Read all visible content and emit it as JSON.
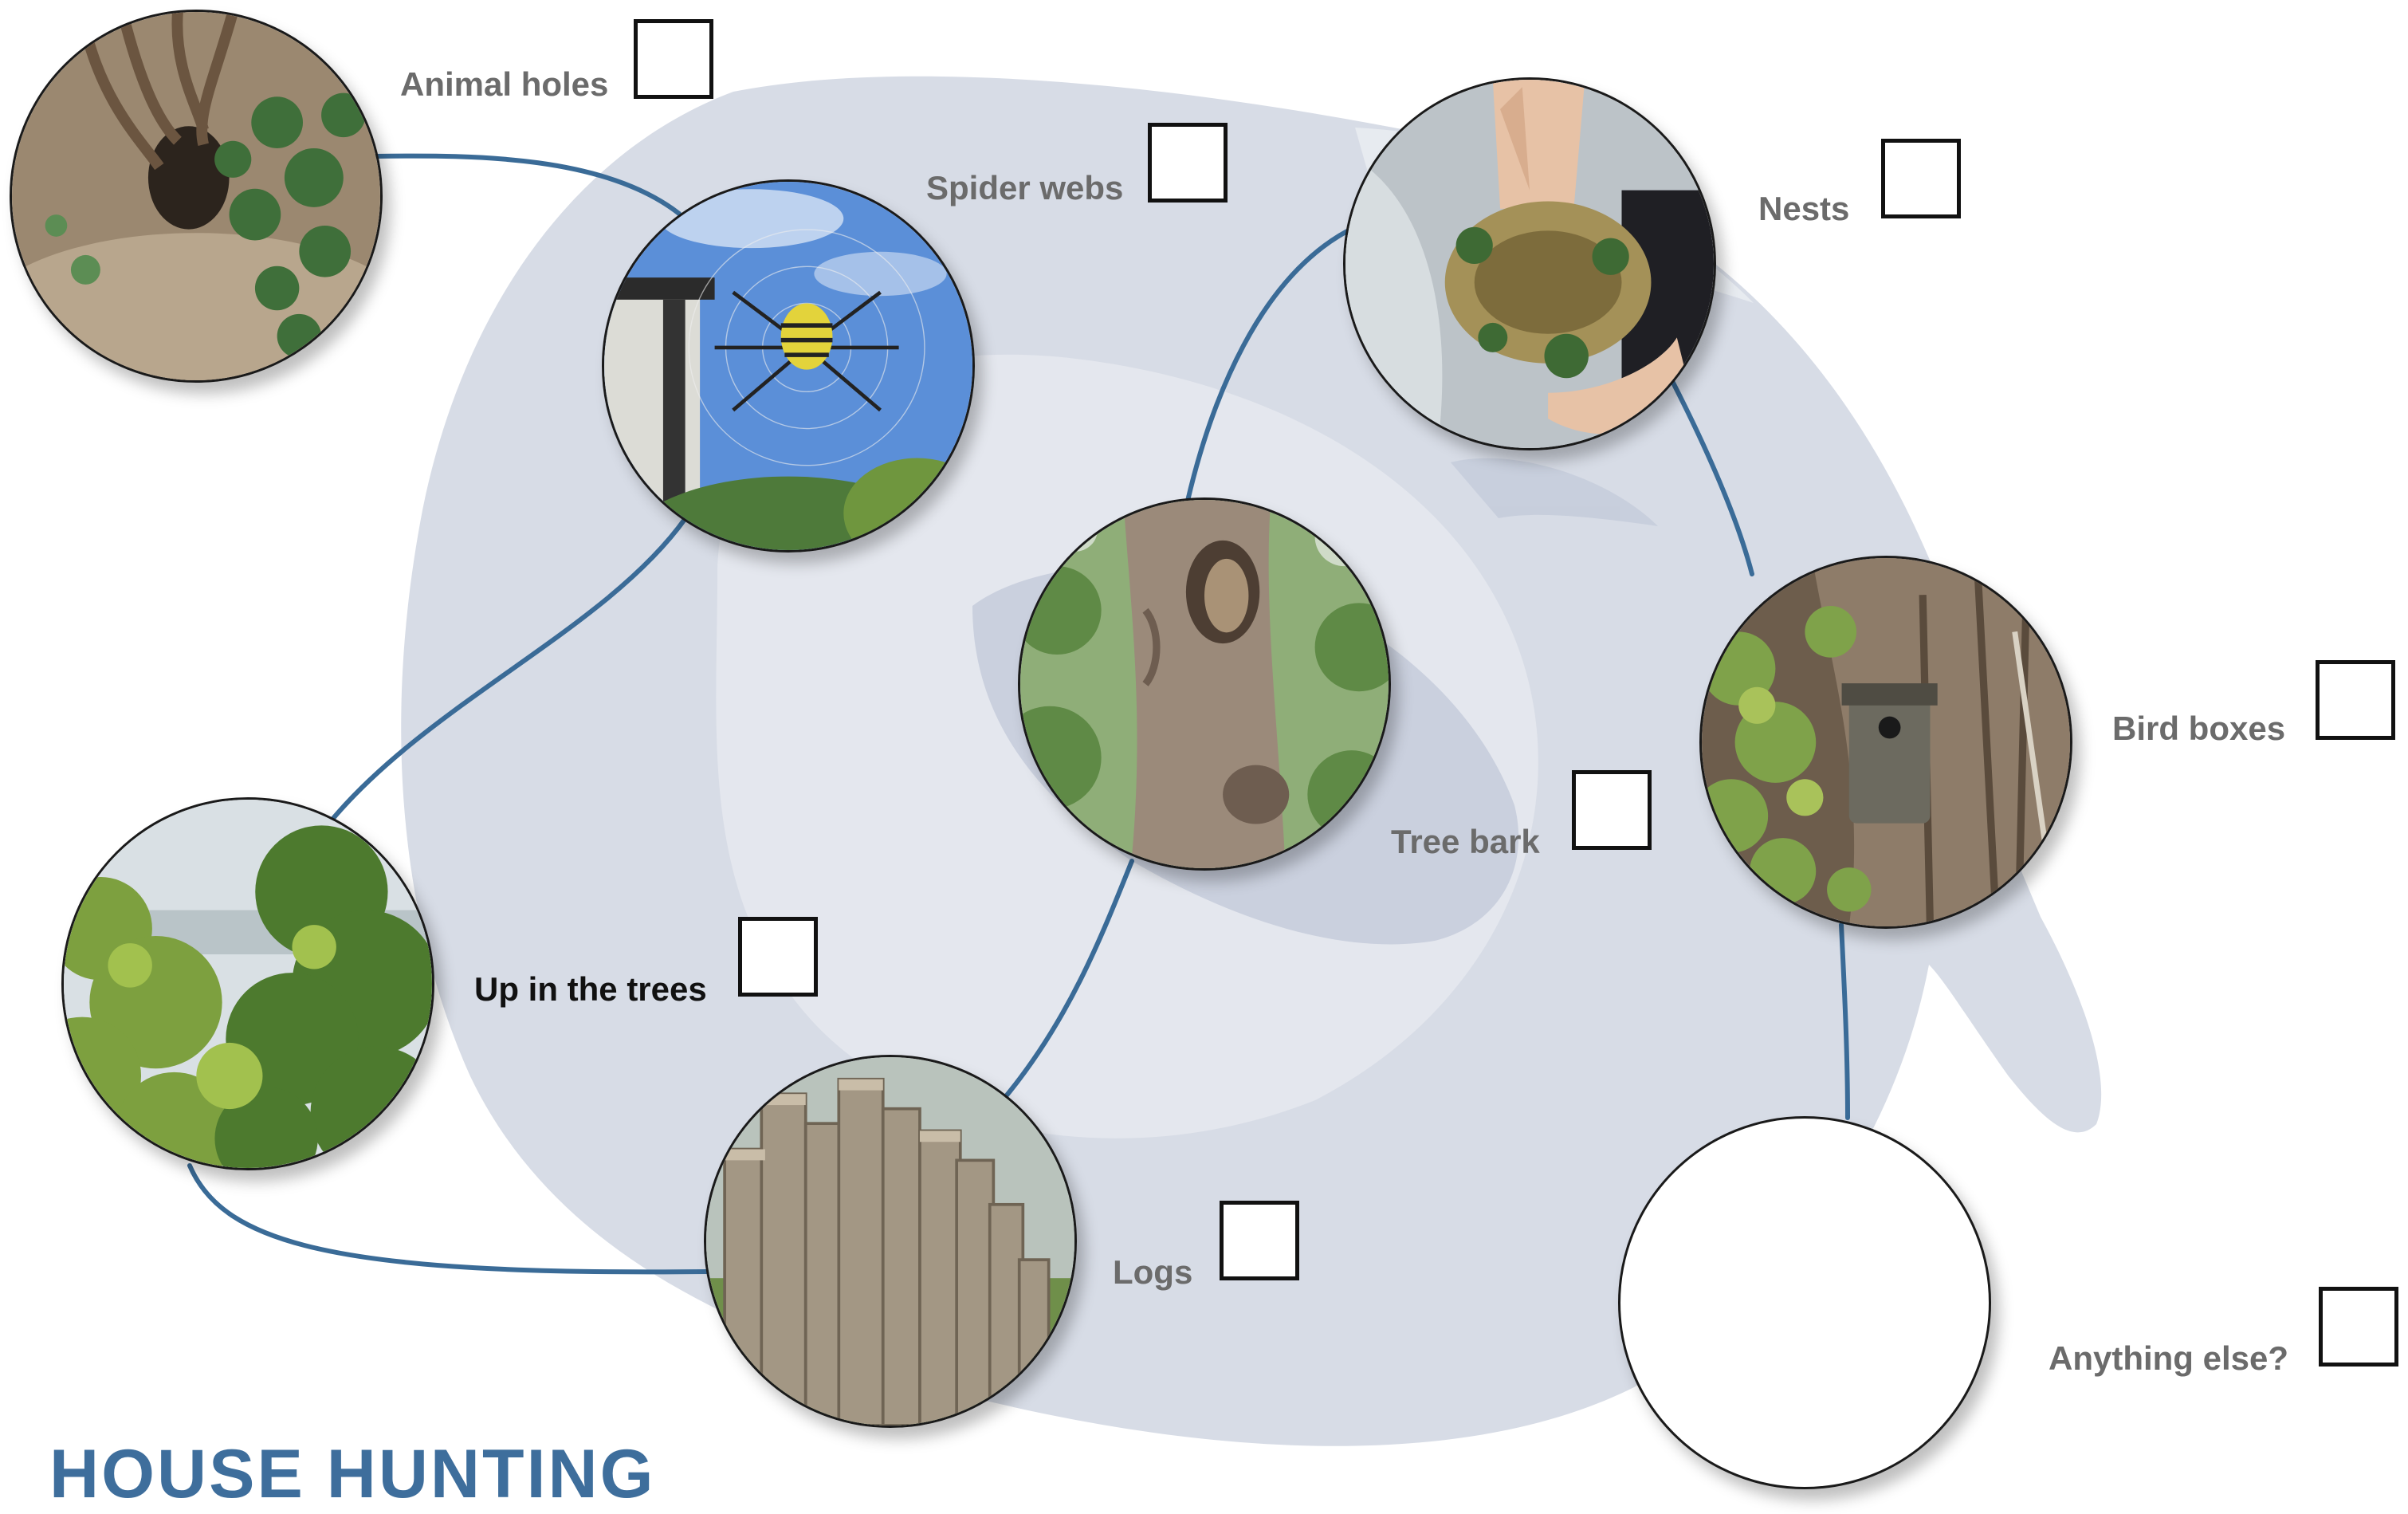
{
  "title": "HOUSE HUNTING",
  "colors": {
    "accent": "#3e6e9c",
    "connector": "#3a6b97",
    "bird_silhouette": "#d7dce6",
    "label_gray": "#6b6b6b"
  },
  "items": [
    {
      "id": "animal-holes",
      "label": "Animal holes",
      "photo": "tree roots and ivy around a burrow",
      "checked": false
    },
    {
      "id": "spider-webs",
      "label": "Spider webs",
      "photo": "wasp spider in its web against blue sky",
      "checked": false
    },
    {
      "id": "nests",
      "label": "Nests",
      "photo": "hand holding a grass nest",
      "checked": false
    },
    {
      "id": "tree-bark",
      "label": "Tree bark",
      "photo": "tree trunk with a bark knot hole",
      "checked": false
    },
    {
      "id": "bird-boxes",
      "label": "Bird boxes",
      "photo": "bird box on a tree trunk with leaves",
      "checked": false
    },
    {
      "id": "up-in-the-trees",
      "label": "Up in the trees",
      "photo": "green tree canopy",
      "checked": false
    },
    {
      "id": "logs",
      "label": "Logs",
      "photo": "stacked cut logs standing upright",
      "checked": false
    },
    {
      "id": "anything-else",
      "label": "Anything else?",
      "photo": "",
      "checked": false
    }
  ]
}
